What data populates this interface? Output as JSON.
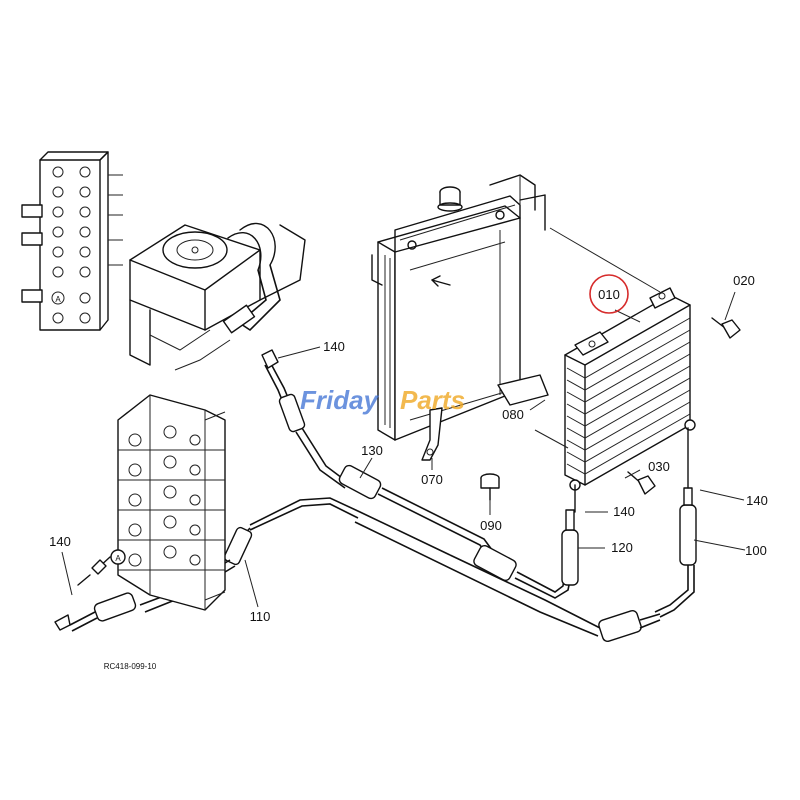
{
  "labels": {
    "p010": "010",
    "p020": "020",
    "p030": "030",
    "p070": "070",
    "p080": "080",
    "p090": "090",
    "p100": "100",
    "p110": "110",
    "p120": "120",
    "p130": "130",
    "p140a": "140",
    "p140b": "140",
    "p140c": "140",
    "p140d": "140",
    "markerA1": "A",
    "markerA2": "A"
  },
  "figure_code": "RC418-099-10",
  "watermark": {
    "part1": "Friday",
    "part2": "Parts"
  },
  "colors": {
    "highlight_circle": "#d62b2b",
    "watermark_blue": "#3b6fd4",
    "watermark_orange": "#f0a824"
  }
}
